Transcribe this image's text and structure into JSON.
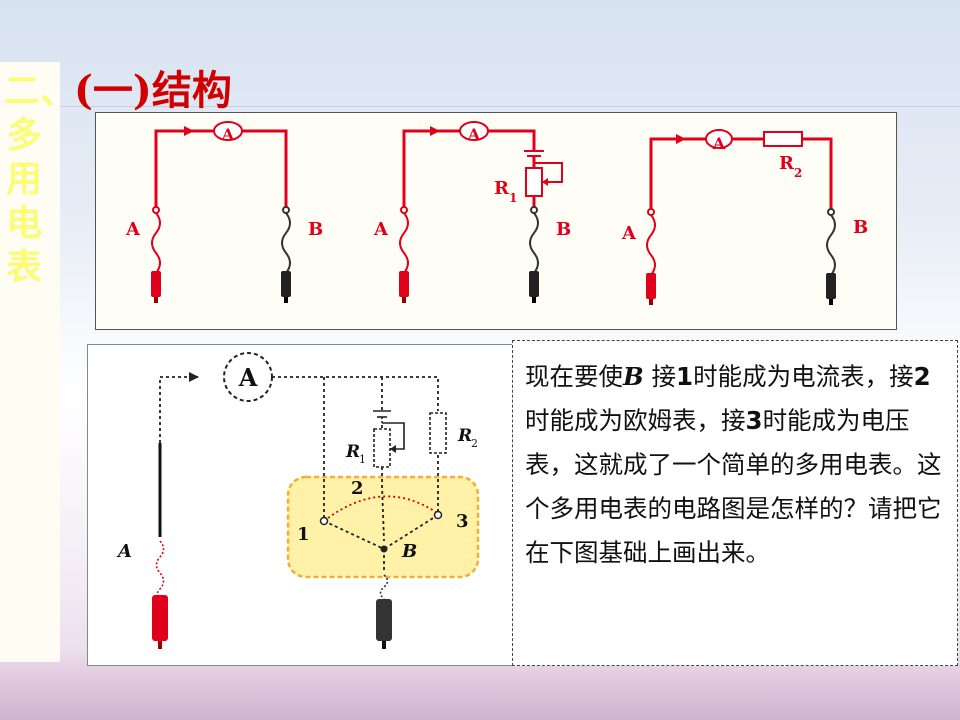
{
  "slide": {
    "side_title": "二、多用电表",
    "title": "(一)结构"
  },
  "top_diagrams": {
    "meter_label": "A",
    "left_terminal": "A",
    "right_terminal": "B",
    "resistor1_label": "R",
    "resistor1_sub": "1",
    "resistor2_label": "R",
    "resistor2_sub": "2"
  },
  "bottom_diagram": {
    "meter_label": "A",
    "terminal_A": "A",
    "terminal_B": "B",
    "r1_label": "R",
    "r1_sub": "1",
    "r2_label": "R",
    "r2_sub": "2",
    "contact_1": "1",
    "contact_2": "2",
    "contact_3": "3"
  },
  "question": {
    "t1": "现在要使",
    "t2": "B",
    "t3": " 接",
    "t4": "1",
    "t5": "时能成为电流表，接",
    "t6": "2",
    "t7": "时能成为欧姆表，接",
    "t8": "3",
    "t9": "时能成为电压表，这就成了一个简单的多用电表。这个多用电表的电路图是怎样的？请把它在下图基础上画出来。"
  },
  "colors": {
    "wire_red": "#e0001b",
    "title_red": "#d00000",
    "side_yellow": "#ffff66",
    "selector_fill": "#fff2a8",
    "selector_border": "#f0b030"
  }
}
